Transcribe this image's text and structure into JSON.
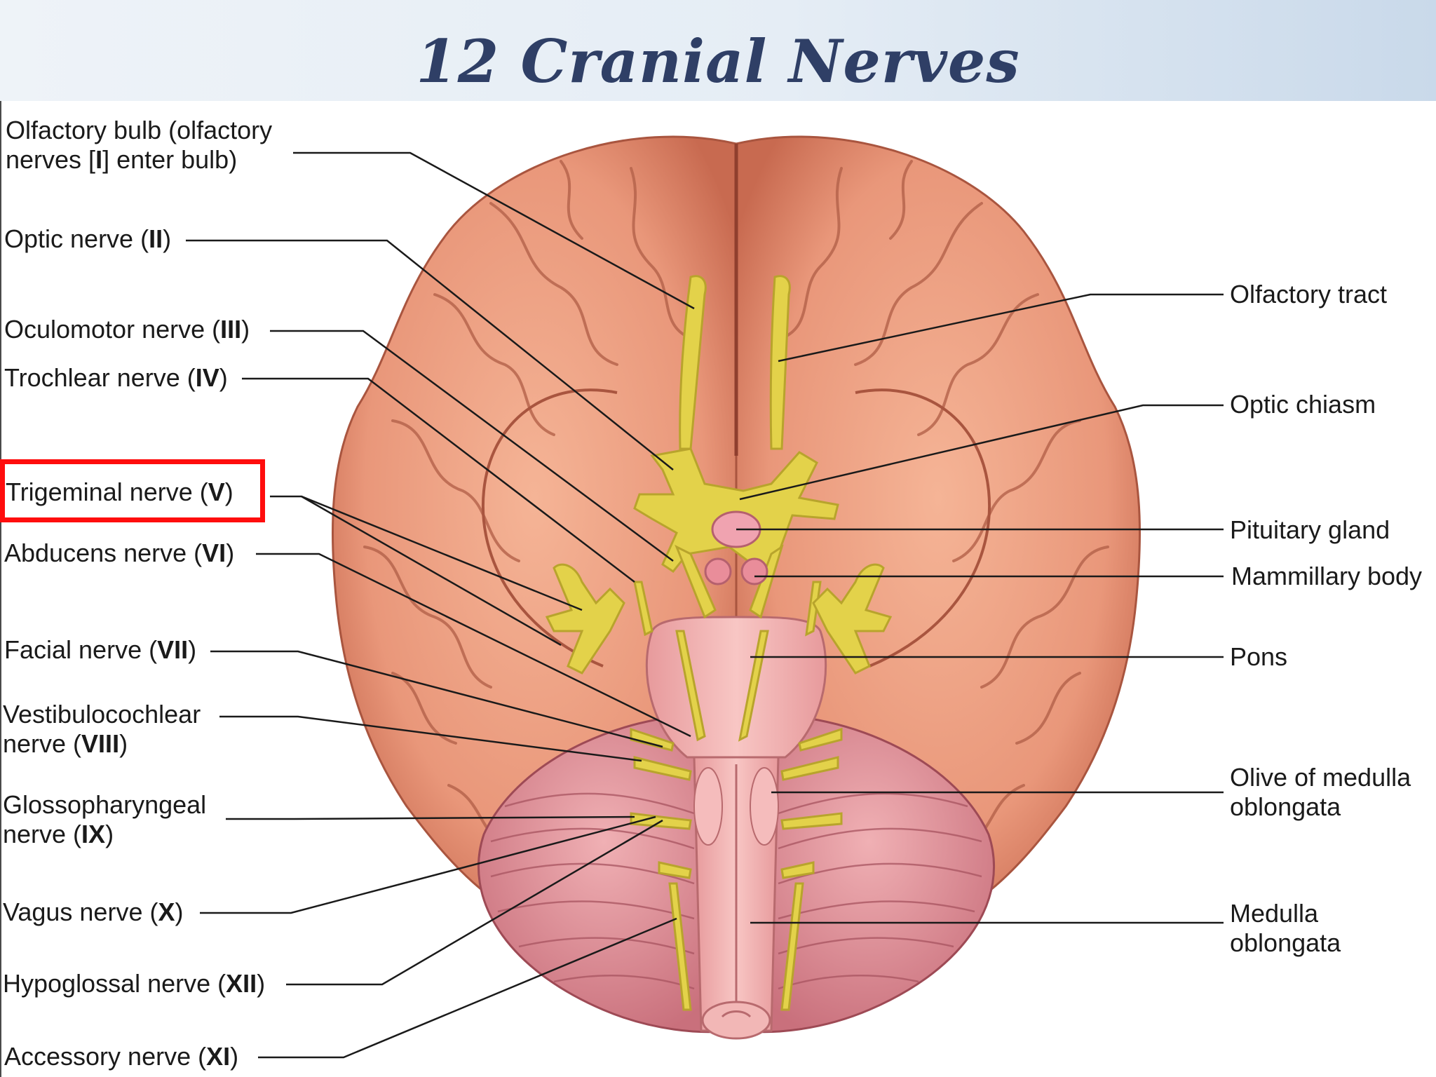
{
  "title": "12 Cranial Nerves",
  "highlight_color": "#ff0d0d",
  "colors": {
    "cerebrum": "#e9977a",
    "nerve": "#e3d24a",
    "brainstem": "#e9a3a3",
    "cerebellum": "#d98a93"
  },
  "left_labels": [
    {
      "lines": [
        {
          "text": "Olfactory bulb (olfactory"
        },
        {
          "pre": "nerves [",
          "bold": "I",
          "post": "] enter bulb)"
        }
      ]
    },
    {
      "lines": [
        {
          "pre": "Optic nerve (",
          "bold": "II",
          "post": ")"
        }
      ]
    },
    {
      "lines": [
        {
          "pre": "Oculomotor nerve (",
          "bold": "III",
          "post": ")"
        }
      ]
    },
    {
      "lines": [
        {
          "pre": "Trochlear nerve (",
          "bold": "IV",
          "post": ")"
        }
      ]
    },
    {
      "lines": [
        {
          "pre": "Trigeminal nerve (",
          "bold": "V",
          "post": ")"
        }
      ],
      "highlighted": true
    },
    {
      "lines": [
        {
          "pre": "Abducens nerve (",
          "bold": "VI",
          "post": ")"
        }
      ]
    },
    {
      "lines": [
        {
          "pre": "Facial nerve (",
          "bold": "VII",
          "post": ")"
        }
      ]
    },
    {
      "lines": [
        {
          "text": "Vestibulocochlear"
        },
        {
          "pre": "nerve (",
          "bold": "VIII",
          "post": ")"
        }
      ]
    },
    {
      "lines": [
        {
          "text": "Glossopharyngeal"
        },
        {
          "pre": "nerve (",
          "bold": "IX",
          "post": ")"
        }
      ]
    },
    {
      "lines": [
        {
          "pre": "Vagus nerve (",
          "bold": "X",
          "post": ")"
        }
      ]
    },
    {
      "lines": [
        {
          "pre": "Hypoglossal nerve (",
          "bold": "XII",
          "post": ")"
        }
      ]
    },
    {
      "lines": [
        {
          "pre": "Accessory nerve (",
          "bold": "XI",
          "post": ")"
        }
      ]
    }
  ],
  "right_labels": [
    {
      "lines": [
        {
          "text": "Olfactory tract"
        }
      ]
    },
    {
      "lines": [
        {
          "text": "Optic chiasm"
        }
      ]
    },
    {
      "lines": [
        {
          "text": "Pituitary gland"
        }
      ]
    },
    {
      "lines": [
        {
          "text": "Mammillary body"
        }
      ]
    },
    {
      "lines": [
        {
          "text": "Pons"
        }
      ]
    },
    {
      "lines": [
        {
          "text": "Olive of medulla"
        },
        {
          "text": "oblongata"
        }
      ]
    },
    {
      "lines": [
        {
          "text": "Medulla"
        },
        {
          "text": "oblongata"
        }
      ]
    }
  ]
}
